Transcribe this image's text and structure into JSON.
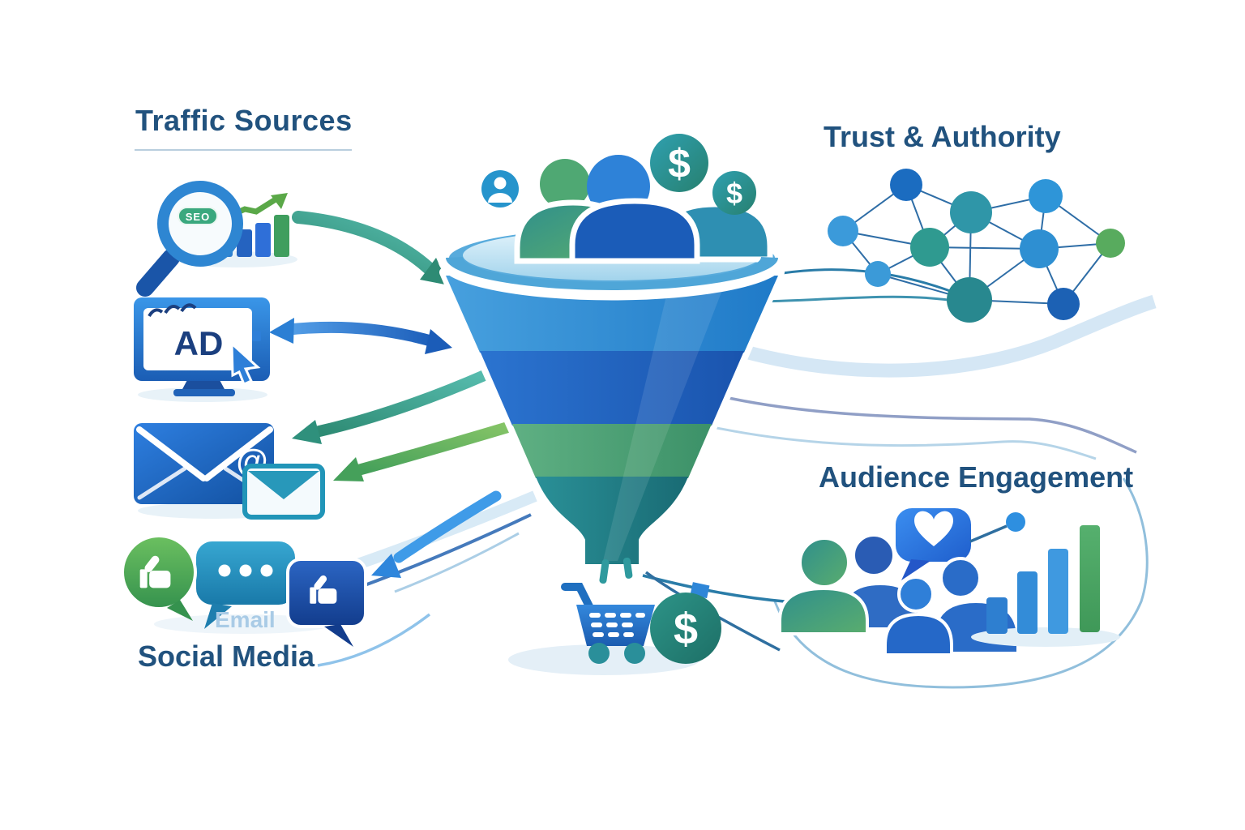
{
  "headings": {
    "traffic_sources": "Traffic Sources",
    "trust_authority": "Trust & Authority",
    "audience_engagement": "Audience Engagement",
    "social_media": "Social Media"
  },
  "labels": {
    "seo_badge": "SEO",
    "ad_screen": "AD",
    "email_ghost": "Email",
    "at_sign": "@",
    "dollar_sign": "$"
  },
  "icons": {
    "left_column": [
      "seo-magnifier-icon",
      "growth-chart-icon",
      "ad-monitor-icon",
      "cursor-icon",
      "email-envelope-icon",
      "small-envelope-icon",
      "thumbs-up-bubble-icon",
      "chat-dots-bubble-icon",
      "thumbs-up-chat-icon"
    ],
    "center": [
      "audience-heads-icon",
      "user-badge-icon",
      "dollar-coin-icon",
      "conversion-funnel",
      "shopping-cart-icon"
    ],
    "right": [
      "network-graph",
      "heart-chat-bubble-icon",
      "audience-group-icon",
      "engagement-bar-chart-icon"
    ]
  },
  "colors": {
    "heading_navy": "#21527e",
    "funnel_band_blue_light": "#2e8bd4",
    "funnel_band_blue_dark": "#2163c4",
    "funnel_band_green": "#4ea377",
    "funnel_stem_teal": "#207e85",
    "accent_teal": "#2fa0a0",
    "accent_green": "#4aa85e",
    "accent_blue": "#2b7fd4",
    "coin_teal": "#27897f",
    "ghost_blue": "#a9cbe6"
  }
}
